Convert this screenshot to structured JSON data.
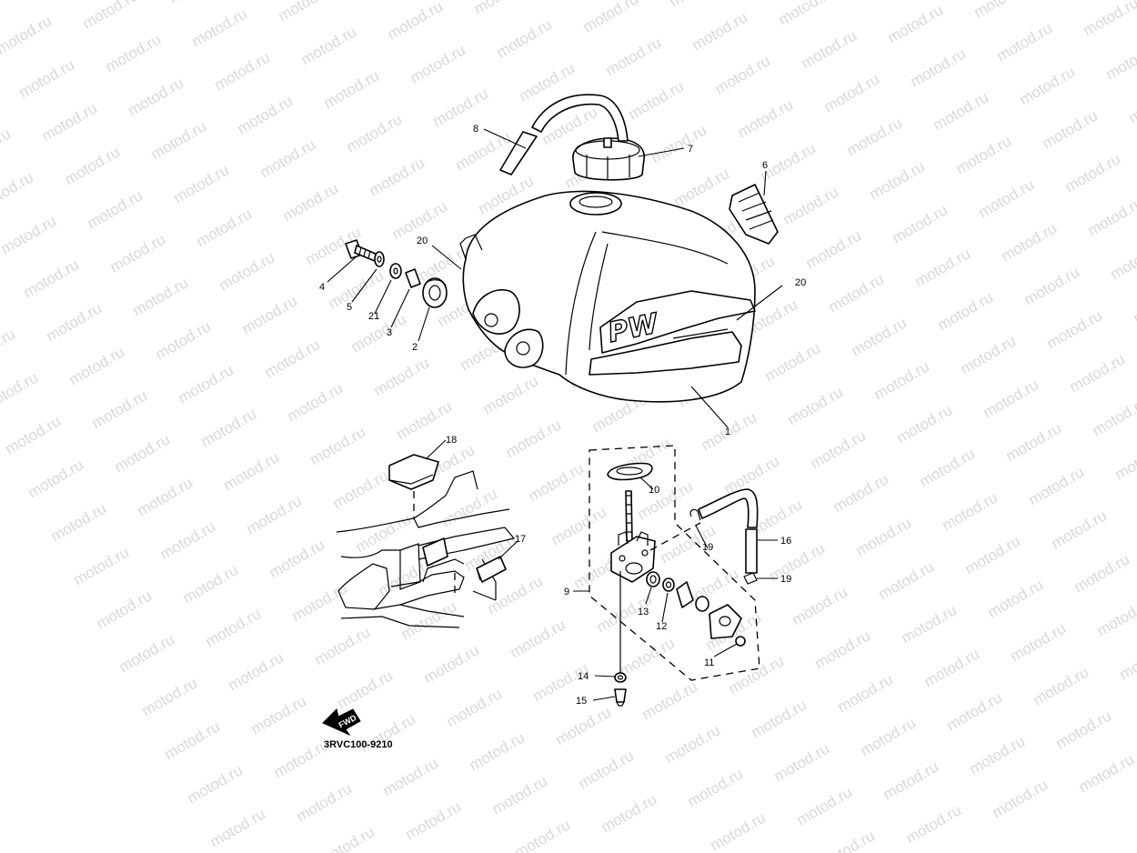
{
  "watermark": "motod.ru",
  "diagram_code": "3RVC100-9210",
  "front_arrow_label": "FWD",
  "tank_decal_text": "PW",
  "callouts": [
    {
      "id": "c1",
      "label": "1"
    },
    {
      "id": "c2",
      "label": "2"
    },
    {
      "id": "c3",
      "label": "3"
    },
    {
      "id": "c4",
      "label": "4"
    },
    {
      "id": "c5",
      "label": "5"
    },
    {
      "id": "c6",
      "label": "6"
    },
    {
      "id": "c7",
      "label": "7"
    },
    {
      "id": "c8",
      "label": "8"
    },
    {
      "id": "c9",
      "label": "9"
    },
    {
      "id": "c10",
      "label": "10"
    },
    {
      "id": "c11",
      "label": "11"
    },
    {
      "id": "c12",
      "label": "12"
    },
    {
      "id": "c13",
      "label": "13"
    },
    {
      "id": "c14",
      "label": "14"
    },
    {
      "id": "c15",
      "label": "15"
    },
    {
      "id": "c16",
      "label": "16"
    },
    {
      "id": "c17",
      "label": "17"
    },
    {
      "id": "c18",
      "label": "18"
    },
    {
      "id": "c19a",
      "label": "19"
    },
    {
      "id": "c19b",
      "label": "19"
    },
    {
      "id": "c20a",
      "label": "20"
    },
    {
      "id": "c20b",
      "label": "20"
    },
    {
      "id": "c21",
      "label": "21"
    }
  ]
}
